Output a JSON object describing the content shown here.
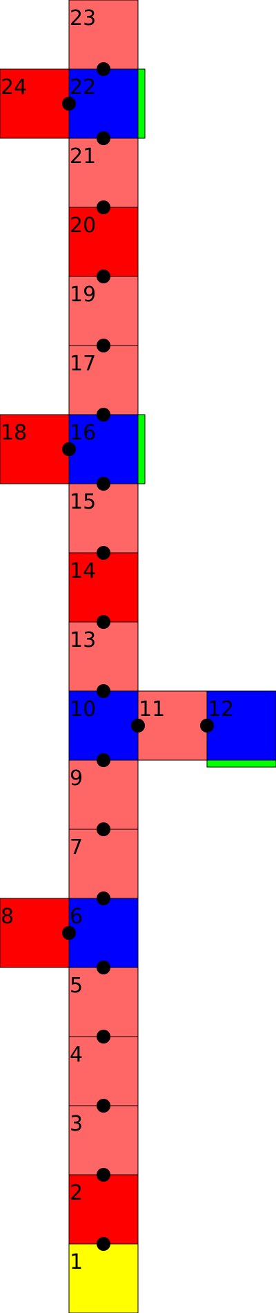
{
  "colors": {
    "yellow": "#ffff00",
    "red": "#ff0000",
    "light_red": "#ff6666",
    "blue": "#0000ff",
    "green": "#00ff00",
    "joint": "#000000",
    "outline": "#000000"
  },
  "cells": [
    {
      "id": "1",
      "color": "yellow"
    },
    {
      "id": "2",
      "color": "red"
    },
    {
      "id": "3",
      "color": "light_red"
    },
    {
      "id": "4",
      "color": "light_red"
    },
    {
      "id": "5",
      "color": "light_red"
    },
    {
      "id": "6",
      "color": "blue"
    },
    {
      "id": "7",
      "color": "light_red"
    },
    {
      "id": "8",
      "color": "red"
    },
    {
      "id": "9",
      "color": "light_red"
    },
    {
      "id": "10",
      "color": "blue"
    },
    {
      "id": "11",
      "color": "light_red"
    },
    {
      "id": "12",
      "color": "blue"
    },
    {
      "id": "13",
      "color": "light_red"
    },
    {
      "id": "14",
      "color": "red"
    },
    {
      "id": "15",
      "color": "light_red"
    },
    {
      "id": "16",
      "color": "blue"
    },
    {
      "id": "17",
      "color": "light_red"
    },
    {
      "id": "18",
      "color": "red"
    },
    {
      "id": "19",
      "color": "light_red"
    },
    {
      "id": "20",
      "color": "red"
    },
    {
      "id": "21",
      "color": "light_red"
    },
    {
      "id": "22",
      "color": "blue"
    },
    {
      "id": "23",
      "color": "light_red"
    },
    {
      "id": "24",
      "color": "red"
    }
  ]
}
